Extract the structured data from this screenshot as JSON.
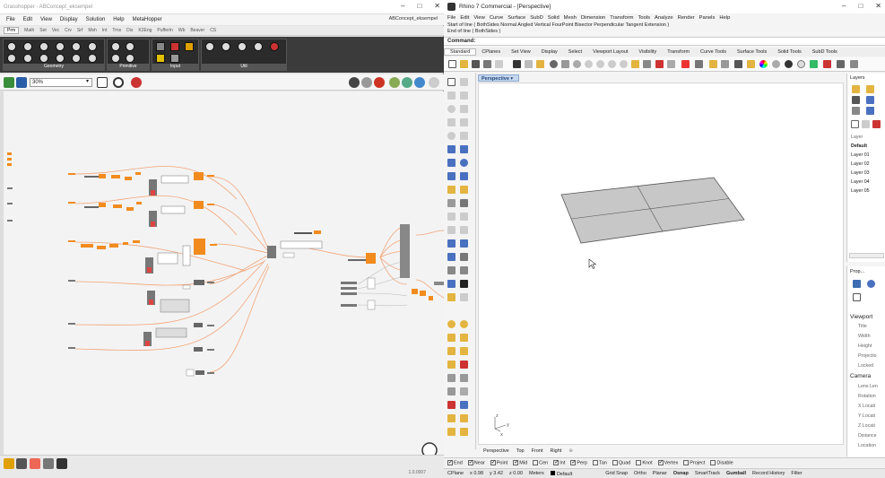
{
  "gh": {
    "title": "Grasshopper - ABConcept_eksempel",
    "file_label": "ABConcept_eksempel",
    "menu": [
      "File",
      "Edit",
      "View",
      "Display",
      "Solution",
      "Help",
      "MetaHopper"
    ],
    "tabs": [
      "Prm",
      "Math",
      "Set",
      "Vec",
      "Crv",
      "Srf",
      "Msh",
      "Int",
      "Trns",
      "Dis",
      "K2Eng",
      "PufferIn",
      "Wb",
      "Beaver",
      "CS"
    ],
    "ribbon_groups": [
      "Geometry",
      "Primitive",
      "Input",
      "Util"
    ],
    "zoom": "30%",
    "version": "1.0.0007"
  },
  "rh": {
    "title": "Rhino 7 Commercial - [Perspective]",
    "menu": [
      "File",
      "Edit",
      "View",
      "Curve",
      "Surface",
      "SubD",
      "Solid",
      "Mesh",
      "Dimension",
      "Transform",
      "Tools",
      "Analyze",
      "Render",
      "Panels",
      "Help"
    ],
    "history": [
      "Start of line ( BothSides Normal Angled Vertical FourPoint Bisector Perpendicular Tangent Extension )",
      "End of line ( BothSides )"
    ],
    "command_label": "Command:",
    "tabs": [
      "Standard",
      "CPlanes",
      "Set View",
      "Display",
      "Select",
      "Viewport Layout",
      "Visibility",
      "Transform",
      "Curve Tools",
      "Surface Tools",
      "Solid Tools",
      "SubD Tools"
    ],
    "viewport_label": "Perspective",
    "viewport_tabs": [
      "Perspective",
      "Top",
      "Front",
      "Right"
    ],
    "osnaps": [
      {
        "label": "End",
        "on": true
      },
      {
        "label": "Near",
        "on": true
      },
      {
        "label": "Point",
        "on": true
      },
      {
        "label": "Mid",
        "on": true
      },
      {
        "label": "Cen",
        "on": false
      },
      {
        "label": "Int",
        "on": true
      },
      {
        "label": "Perp",
        "on": true
      },
      {
        "label": "Tan",
        "on": false
      },
      {
        "label": "Quad",
        "on": false
      },
      {
        "label": "Knot",
        "on": false
      },
      {
        "label": "Vertex",
        "on": true
      },
      {
        "label": "Project",
        "on": false
      },
      {
        "label": "Disable",
        "on": false
      }
    ],
    "status": {
      "cplane": "CPlane",
      "x": "x 0.98",
      "y": "y 3.42",
      "z": "z 0.00",
      "units": "Meters",
      "layer": "Default",
      "grid_snap": "Grid Snap",
      "ortho": "Ortho",
      "planar": "Planar",
      "osnap": "Osnap",
      "smarttrack": "SmartTrack",
      "gumball": "Gumball",
      "record": "Record History",
      "filter": "Filter"
    },
    "layers": {
      "title": "Layers",
      "items": [
        "Layer",
        "Default",
        "Layer 01",
        "Layer 02",
        "Layer 03",
        "Layer 04",
        "Layer 05"
      ]
    },
    "props": {
      "title": "Prop...",
      "viewport_header": "Viewport",
      "viewport_fields": [
        "Title",
        "Width",
        "Height",
        "Projectio",
        "Locked"
      ],
      "camera_header": "Camera",
      "camera_fields": [
        "Lens Len",
        "Rotation",
        "X Locati",
        "Y Locati",
        "Z Locati",
        "Distance",
        "Location"
      ]
    }
  }
}
